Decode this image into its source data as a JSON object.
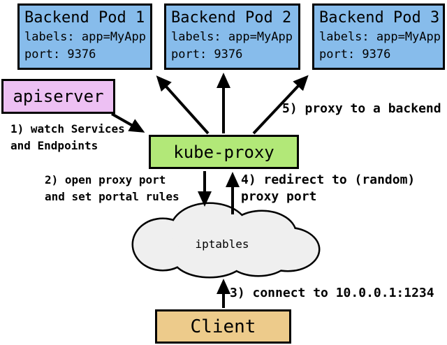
{
  "colors": {
    "pod-fill": "#87BCEB",
    "apiserver-fill": "#EDC0F3",
    "kubeproxy-fill": "#B2E878",
    "client-fill": "#EDCB8B",
    "cloud-fill": "#EFEFEF",
    "stroke": "#000000",
    "background": "#FFFFFF"
  },
  "pods": [
    {
      "title": "Backend Pod 1",
      "labels_line": "labels: app=MyApp",
      "port_line": "port: 9376"
    },
    {
      "title": "Backend Pod 2",
      "labels_line": "labels: app=MyApp",
      "port_line": "port: 9376"
    },
    {
      "title": "Backend Pod 3",
      "labels_line": "labels: app=MyApp",
      "port_line": "port: 9376"
    }
  ],
  "nodes": {
    "apiserver": "apiserver",
    "kube_proxy": "kube-proxy",
    "iptables": "iptables",
    "client": "Client"
  },
  "annotations": [
    {
      "line1": "1) watch Services",
      "line2": "and Endpoints"
    },
    {
      "line1": "2) open proxy port",
      "line2": "and set portal rules"
    },
    {
      "line1": "3) connect to 10.0.0.1:1234",
      "line2": ""
    },
    {
      "line1": "4) redirect to (random)",
      "line2": "proxy port"
    },
    {
      "line1": "5) proxy to a backend",
      "line2": ""
    }
  ]
}
